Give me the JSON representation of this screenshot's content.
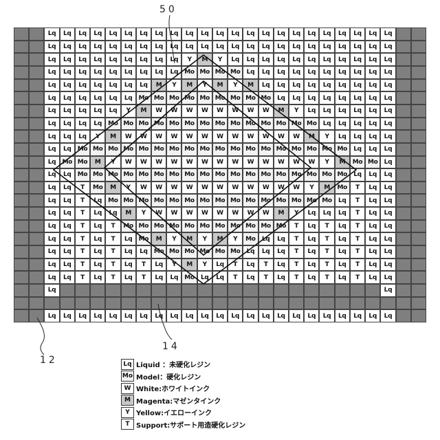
{
  "labels": {
    "ref_top": "50",
    "ref_grid": "14",
    "ref_left": "12"
  },
  "palette": {
    "empty": "#7f7f7f",
    "Lq": "#ffffff",
    "Mo": "#f2f2f2",
    "W": "#ffffff",
    "M": "#c8c8c8",
    "Y": "#ffffff",
    "T": "#ffffff",
    "border": "#444444"
  },
  "grid": {
    "columns": 27,
    "rows": [
      "_,_,Lq,Lq,Lq,Lq,Lq,Lq,Lq,Lq,Lq,Lq,Lq,Lq,Lq,Lq,Lq,Lq,Lq,Lq,Lq,Lq,Lq,Lq,Lq,_,_",
      "_,_,Lq,Lq,Lq,Lq,Lq,Lq,Lq,Lq,Lq,Lq,Lq,Lq,Lq,Lq,Lq,Lq,Lq,Lq,Lq,Lq,Lq,Lq,Lq,_,_",
      "_,_,Lq,Lq,Lq,Lq,Lq,Lq,Lq,Lq,Lq,Y,M,Y,Lq,Lq,Lq,Lq,Lq,Lq,Lq,Lq,Lq,Lq,Lq,_,_",
      "_,_,Lq,Lq,Lq,Lq,Lq,Lq,Lq,Lq,Lq,Mo,Mo,Mo,Mo,Lq,Lq,Lq,Lq,Lq,Lq,Lq,Lq,Lq,Lq,_,_",
      "_,_,Lq,Lq,Lq,Lq,Lq,Lq,Lq,M,Y,M,Y,M,Y,M,Lq,Lq,Lq,Lq,Lq,Lq,Lq,Lq,Lq,_,_",
      "_,_,Lq,Lq,Lq,Lq,Lq,Lq,Mo,Mo,Mo,Mo,Mo,Mo,Mo,Mo,Mo,Lq,Lq,Lq,Lq,Lq,Lq,Lq,Lq,_,_",
      "_,_,Lq,Lq,Lq,Lq,Lq,Y,M,W,W,W,W,W,W,W,W,M,Y,Lq,Lq,Lq,Lq,Lq,Lq,_,_",
      "_,_,Lq,Lq,Lq,Lq,Mo,Mo,Mo,Mo,Mo,Mo,Mo,Mo,Mo,Mo,Mo,Mo,Mo,Mo,Lq,Lq,Lq,Lq,Lq,_,_",
      "_,_,Lq,Lq,Lq,Y,M,W,W,W,W,W,W,W,W,W,W,W,W,M,Y,Lq,Lq,Lq,Lq,_,_",
      "_,_,Lq,Lq,Mo,Mo,Mo,Mo,Mo,Mo,Mo,Mo,Mo,Mo,Mo,Mo,Mo,Mo,Mo,Mo,Mo,Mo,Lq,Lq,Lq,_,_",
      "_,_,Lq,Mo,Mo,M,Y,W,W,W,W,W,W,W,W,W,W,W,W,W,Y,M,Mo,Mo,Lq,_,_",
      "_,_,Lq,Lq,Mo,Mo,Mo,Mo,Mo,Mo,Mo,Mo,Mo,Mo,Mo,Mo,Mo,Mo,Mo,Mo,Mo,Mo,Lq,Lq,Lq,_,_",
      "_,_,Lq,Lq,T,Mo,M,Y,W,W,W,W,W,W,W,W,W,W,W,Y,M,Mo,T,Lq,Lq,_,_",
      "_,_,Lq,Lq,T,Lq,Mo,Mo,Mo,Mo,Mo,Mo,Mo,Mo,Mo,Mo,Mo,Mo,Mo,Mo,Mo,Lq,T,Lq,Lq,_,_",
      "_,_,Lq,Lq,T,Lq,Lq,M,Y,W,W,W,W,W,W,W,W,M,Y,Lq,Lq,Lq,T,Lq,Lq,_,_",
      "_,_,Lq,Lq,T,Lq,T,Mo,Mo,Mo,Mo,Mo,Mo,Mo,Mo,Mo,Mo,Mo,T,Lq,T,Lq,T,Lq,Lq,_,_",
      "_,_,Lq,Lq,T,Lq,T,Lq,Mo,M,Y,M,Y,M,Y,Mo,Lq,Lq,T,Lq,T,Lq,T,Lq,Lq,_,_",
      "_,_,Lq,Lq,T,Lq,T,Lq,Lq,Mo,Mo,Mo,Mo,Mo,Mo,Lq,Lq,Lq,T,Lq,T,Lq,T,Lq,Lq,_,_",
      "_,_,Lq,Lq,T,Lq,T,Lq,T,Lq,Y,M,Y,Lq,T,Lq,T,Lq,T,Lq,T,Lq,T,Lq,Lq,_,_",
      "_,_,Lq,Lq,T,Lq,T,Lq,T,Lq,Lq,Mo,Lq,Lq,T,Lq,T,Lq,T,Lq,T,Lq,T,Lq,Lq,_,_",
      "_,_,Lq,_,_,_,_,_,_,_,_,_,_,_,_,_,_,_,_,_,_,_,_,_,Lq,_,_",
      "_,_,_,_,_,_,_,_,_,_,_,_,_,_,_,_,_,_,_,_,_,_,_,_,_,_,_",
      "_,_,Lq,Lq,Lq,Lq,Lq,Lq,Lq,Lq,Lq,Lq,Lq,Lq,Lq,Lq,Lq,Lq,Lq,Lq,Lq,Lq,Lq,Lq,Lq,_,_"
    ]
  },
  "legend": [
    {
      "key": "Lq",
      "text": "Liquid ：未硬化レジン",
      "shade": "#ffffff"
    },
    {
      "key": "Mo",
      "text": "Model：硬化レジン",
      "shade": "#f2f2f2"
    },
    {
      "key": "W",
      "text": "White:ホワイトインク",
      "shade": "#ffffff"
    },
    {
      "key": "M",
      "text": "Magenta:マゼンタインク",
      "shade": "#c8c8c8"
    },
    {
      "key": "Y",
      "text": "Yellow:イエローインク",
      "shade": "#ffffff"
    },
    {
      "key": "T",
      "text": "Support:サポート用造硬化レジン",
      "shade": "#ffffff"
    }
  ]
}
